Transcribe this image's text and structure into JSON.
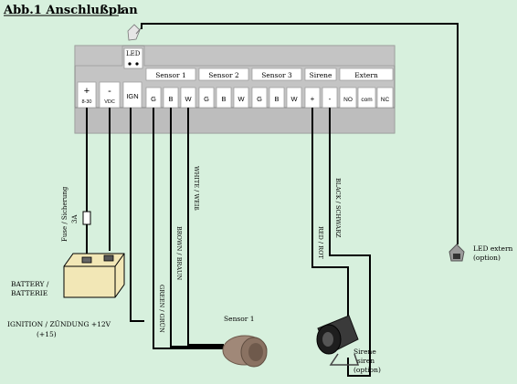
{
  "title": "Abb.1 Anschlußplan",
  "title_colon": ":",
  "led_label": "LED",
  "groups": {
    "sensor1": "Sensor 1",
    "sensor2": "Sensor 2",
    "sensor3": "Sensor 3",
    "sirene": "Sirene",
    "extern": "Extern"
  },
  "terminals": {
    "plus": "+",
    "plus_sub": "8-30",
    "minus": "-",
    "minus_sub": "VDC",
    "ign": "IGN",
    "s1": [
      "G",
      "B",
      "W"
    ],
    "s2": [
      "G",
      "B",
      "W"
    ],
    "s3": [
      "G",
      "B",
      "W"
    ],
    "sirene": [
      "+",
      "-"
    ],
    "extern": [
      "NO",
      "com",
      "NC"
    ]
  },
  "wires": {
    "fuse": "Fuse / Sicherung",
    "fuse_rating": "3A",
    "white": "WHITE / WEIß",
    "brown": "BROWN / BRAUN",
    "green": "GREEN / GRÜN",
    "black": "BLACK / SCHWARZ",
    "red": "RED / ROT"
  },
  "battery": {
    "line1": "BATTERY /",
    "line2": "BATTERIE"
  },
  "ignition": {
    "line1": "IGNITION / ZÜNDUNG +12V",
    "line2": "(+15)"
  },
  "sensor1_label": "Sensor 1",
  "siren": {
    "line1": "Sirene",
    "line2": "siren",
    "line3": "(option)"
  },
  "led_extern": {
    "line1": "LED extern",
    "line2": "(option)"
  },
  "colors": {
    "background": "#d7f0dd",
    "module": "#c4c4c4",
    "label_box": "#ffffff",
    "wire": "#000000"
  }
}
